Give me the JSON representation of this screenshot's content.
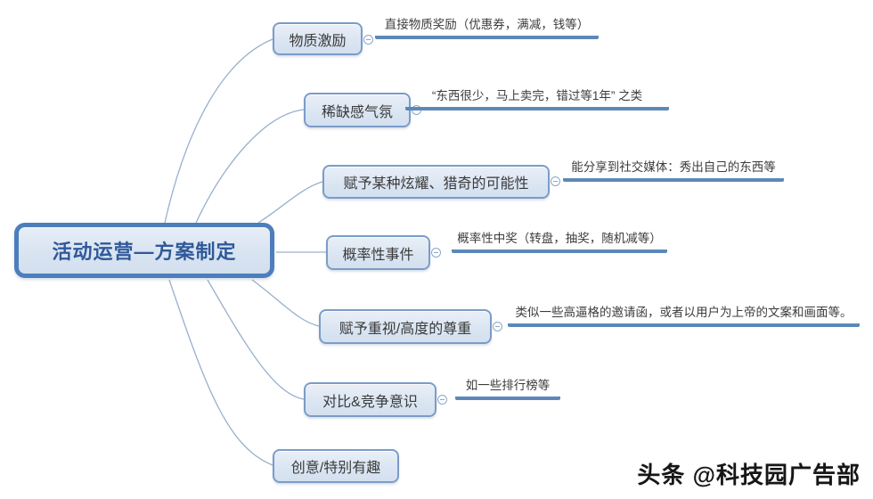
{
  "root": {
    "label": "活动运营—方案制定"
  },
  "branches": [
    {
      "label": "物质激励",
      "child": "直接物质奖励（优惠券，满减，钱等）"
    },
    {
      "label": "稀缺感气氛",
      "child": "“东西很少，马上卖完，错过等1年” 之类"
    },
    {
      "label": "赋予某种炫耀、猎奇的可能性",
      "child": "能分享到社交媒体：秀出自己的东西等"
    },
    {
      "label": "概率性事件",
      "child": "概率性中奖（转盘，抽奖，随机减等）"
    },
    {
      "label": "赋予重视/高度的尊重",
      "child": "类似一些高逼格的邀请函，或者以用户为上帝的文案和画面等。"
    },
    {
      "label": "对比&竞争意识",
      "child": "如一些排行榜等"
    },
    {
      "label": "创意/特别有趣",
      "child": ""
    }
  ],
  "watermark": "头条 @科技园广告部",
  "colors": {
    "root_border": "#4d7ebc",
    "root_fill": "#dce6f1",
    "root_text": "#30599a",
    "node_border": "#7b9cc8",
    "node_fill": "#dbe6f3",
    "node_text": "#3a3a3a",
    "child_line": "#5c88b8",
    "curve_line": "#9ab0cc",
    "background": "#ffffff"
  },
  "chart_data": {
    "type": "table",
    "title": "活动运营—方案制定",
    "structure": "mindmap",
    "nodes": [
      {
        "level": 1,
        "label": "物质激励",
        "children": [
          "直接物质奖励（优惠券，满减，钱等）"
        ]
      },
      {
        "level": 1,
        "label": "稀缺感气氛",
        "children": [
          "“东西很少，马上卖完，错过等1年” 之类"
        ]
      },
      {
        "level": 1,
        "label": "赋予某种炫耀、猎奇的可能性",
        "children": [
          "能分享到社交媒体：秀出自己的东西等"
        ]
      },
      {
        "level": 1,
        "label": "概率性事件",
        "children": [
          "概率性中奖（转盘，抽奖，随机减等）"
        ]
      },
      {
        "level": 1,
        "label": "赋予重视/高度的尊重",
        "children": [
          "类似一些高逼格的邀请函，或者以用户为上帝的文案和画面等。"
        ]
      },
      {
        "level": 1,
        "label": "对比&竞争意识",
        "children": [
          "如一些排行榜等"
        ]
      },
      {
        "level": 1,
        "label": "创意/特别有趣",
        "children": []
      }
    ]
  }
}
